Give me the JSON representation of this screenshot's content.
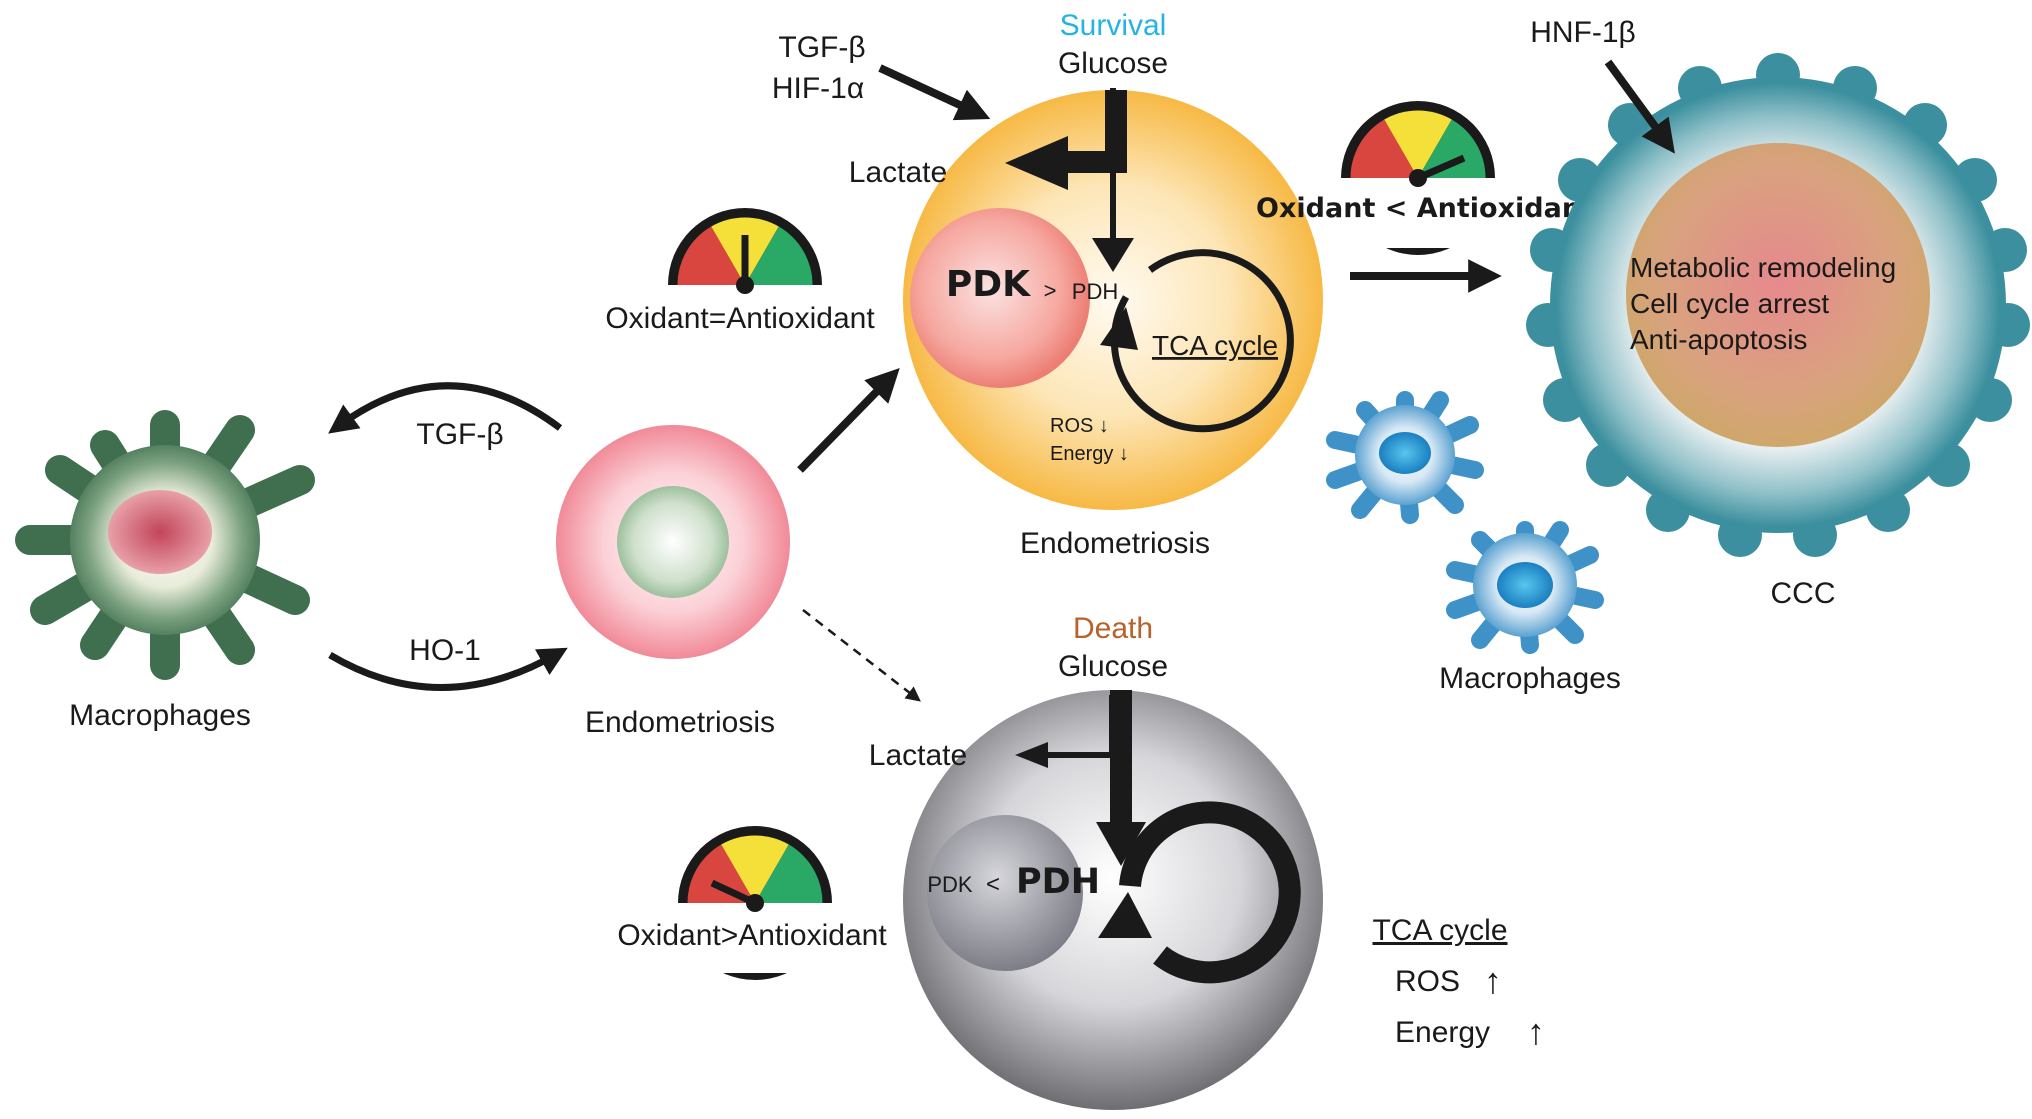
{
  "labels": {
    "left_macrophages": "Macrophages",
    "right_macrophages": "Macrophages",
    "endometriosis_center": "Endometriosis",
    "endometriosis_top": "Endometriosis",
    "tgf_arrow": "TGF-β",
    "ho1_arrow": "HO-1",
    "tgf_top": "TGF-β",
    "hif_top": "HIF-1α",
    "hnf": "HNF-1β",
    "ccc": "CCC"
  },
  "survival": {
    "status": "Survival",
    "glucose": "Glucose",
    "lactate": "Lactate",
    "pdk": "PDK",
    "relation": ">",
    "pdh": "PDH",
    "tca": "TCA cycle",
    "ros": "ROS ↓",
    "energy": "Energy ↓"
  },
  "death": {
    "status": "Death",
    "glucose": "Glucose",
    "lactate": "Lactate",
    "pdk": "PDK",
    "relation": "<",
    "pdh": "PDH",
    "tca": "TCA cycle",
    "ros": "ROS",
    "ros_arrow": "↑",
    "energy": "Energy",
    "energy_arrow": "↑"
  },
  "gauges": {
    "balanced": "Oxidant=Antioxidant",
    "survival": "Oxidant < Antioxidant",
    "death": "Oxidant>Antioxidant"
  },
  "ccc_lines": [
    "Metabolic remodeling",
    "Cell cycle arrest",
    "Anti-apoptosis"
  ],
  "colors": {
    "survival_text": "#25b4e0",
    "death_text": "#b8612a",
    "survival_cell": "#f7b945",
    "death_cell": "#8e8e94",
    "endometriosis_cell": "#f18a98",
    "macrophage_green": "#3f6f4f",
    "macrophage_blue": "#3f92c8",
    "ccc_outer": "#3b8f9e",
    "gauge_red": "#d9463f",
    "gauge_yellow": "#f5e03a",
    "gauge_green": "#2aa866"
  }
}
